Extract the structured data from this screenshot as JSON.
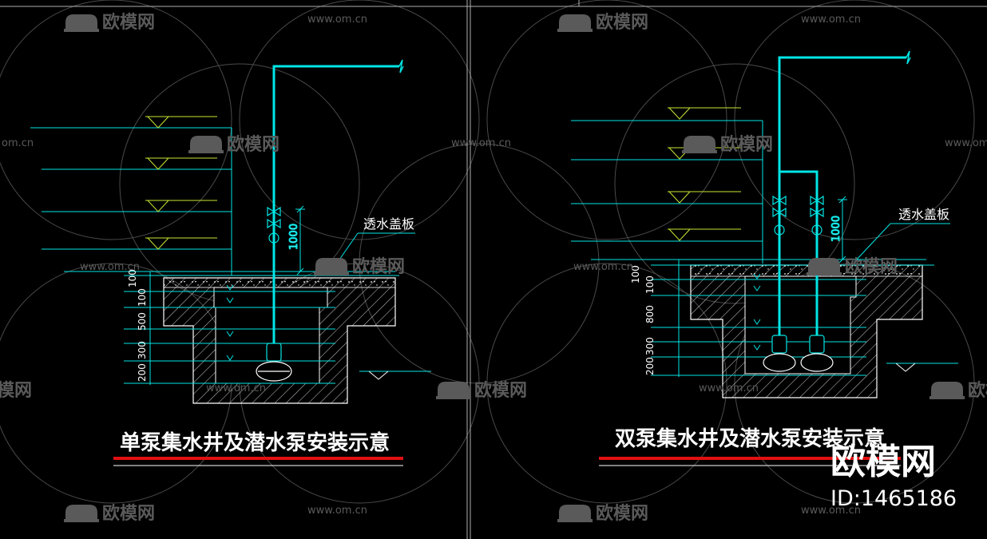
{
  "colors": {
    "background": "#000000",
    "cyan": "#00e5e5",
    "white": "#ffffff",
    "yellow_green": "#c8e632",
    "red": "#e01010",
    "watermark": "#5a5a5a",
    "frame": "#b0b0b0"
  },
  "watermark": {
    "site_url": "www.om.cn",
    "partial_url": "om.cn",
    "brand": "欧模网",
    "partial_brand": "模网",
    "icon": "sofa-logo-icon"
  },
  "left_drawing": {
    "title": "单泵集水井及潜水泵安装示意",
    "cover_label": "透水盖板",
    "dim_vertical": "1000",
    "dims_left": [
      "100",
      "100",
      "500",
      "300",
      "200"
    ]
  },
  "right_drawing": {
    "title": "双泵集水井及潜水泵安装示意",
    "cover_label": "透水盖板",
    "dim_vertical": "1000",
    "dims_left": [
      "100",
      "100",
      "800",
      "300",
      "200"
    ]
  },
  "overlay": {
    "brand": "欧模网",
    "id_text": "ID:1465186"
  }
}
